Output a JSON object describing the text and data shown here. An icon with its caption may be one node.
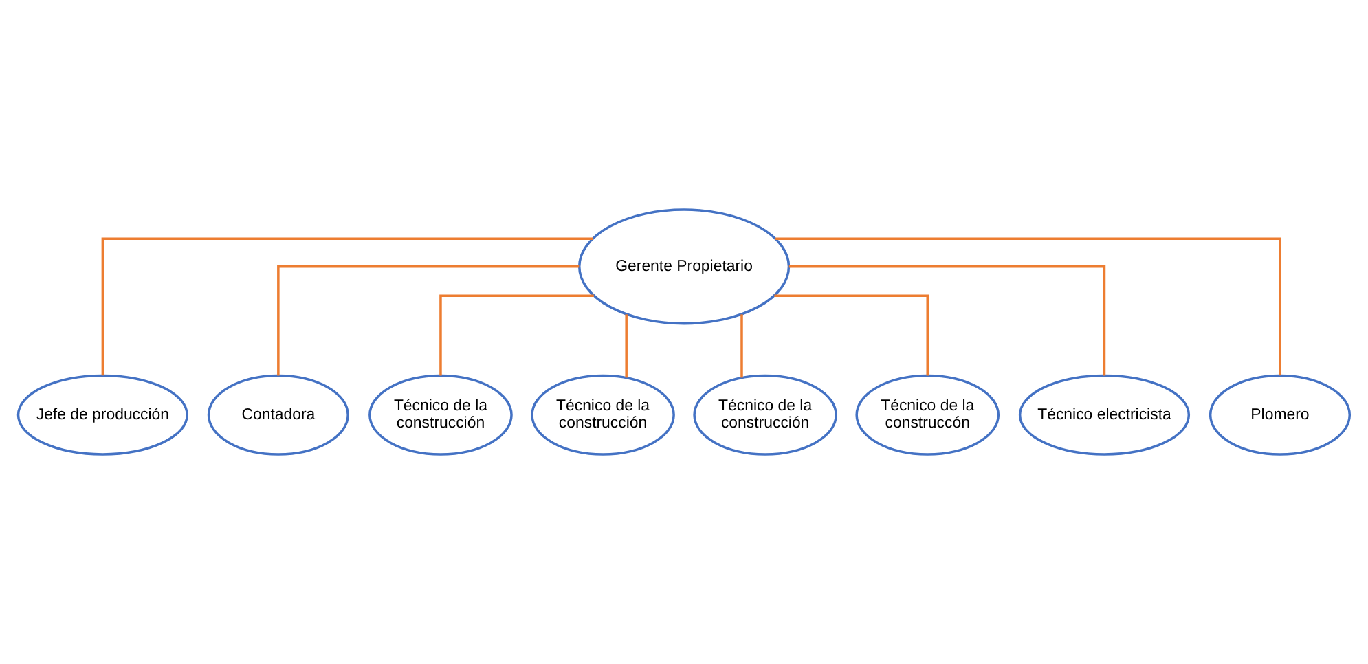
{
  "diagram": {
    "nodes": [
      {
        "text": [
          "Gerente Propietario"
        ]
      },
      {
        "text": [
          "Jefe de producción"
        ]
      },
      {
        "text": [
          "Contadora"
        ]
      },
      {
        "text": [
          "Técnico de la construcción"
        ]
      },
      {
        "text": [
          "Técnico de la construcción"
        ]
      },
      {
        "text": [
          "Técnico de la construcción"
        ]
      },
      {
        "text": [
          "Técnico de la construccón"
        ]
      },
      {
        "text": [
          "Técnico electricista"
        ]
      },
      {
        "text": [
          "Plomero"
        ]
      }
    ],
    "edges": [
      {
        "from": 0,
        "to": 1,
        "arrow": "none"
      },
      {
        "from": 0,
        "to": 2,
        "arrow": "none"
      },
      {
        "from": 0,
        "to": 3,
        "arrow": "none"
      },
      {
        "from": 0,
        "to": 4,
        "arrow": "none"
      },
      {
        "from": 0,
        "to": 5,
        "arrow": "none"
      },
      {
        "from": 0,
        "to": 6,
        "arrow": "none"
      },
      {
        "from": 0,
        "to": 7,
        "arrow": "none"
      },
      {
        "from": 0,
        "to": 8,
        "arrow": "none"
      }
    ]
  }
}
